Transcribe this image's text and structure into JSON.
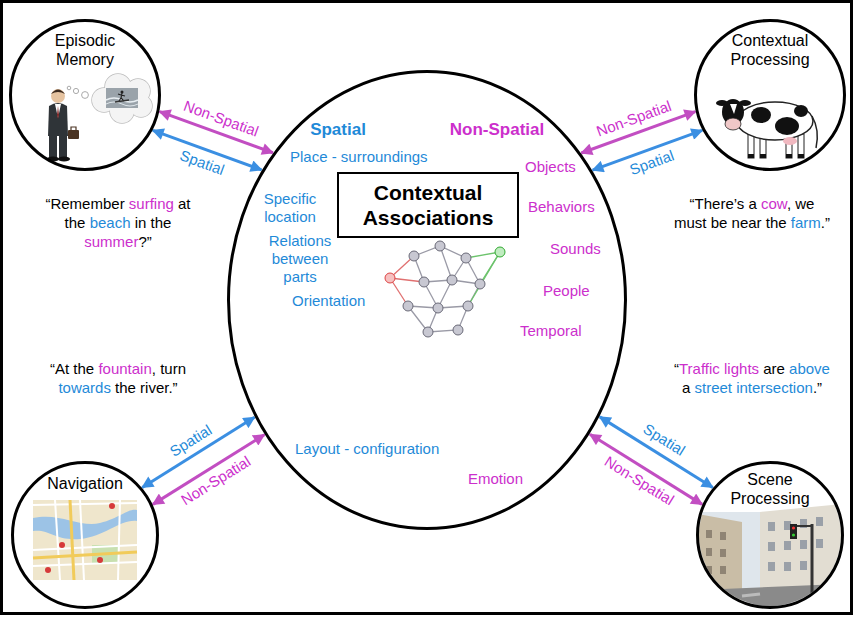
{
  "diagram": {
    "nodes": [
      {
        "text": [
          "Episodic Memory"
        ]
      },
      {
        "text": [
          "Contextual Processing"
        ]
      },
      {
        "text": [
          "Spatial",
          "Non-Spatial",
          "Place - surroundings",
          "Specific location",
          "Relations between parts",
          "Orientation",
          "Layout - configuration",
          "Objects",
          "Behaviors",
          "Sounds",
          "People",
          "Temporal",
          "Emotion"
        ]
      },
      {
        "text": [
          "Contextual Associations"
        ],
        "in": 2
      },
      {
        "text": [
          "Navigation"
        ]
      },
      {
        "text": [
          "Scene Processing"
        ]
      }
    ],
    "edges": [
      {
        "from": 0,
        "to": 2,
        "arrow": "both",
        "label": "Non-Spatial"
      },
      {
        "from": 0,
        "to": 2,
        "arrow": "both",
        "label": "Spatial"
      },
      {
        "from": 1,
        "to": 2,
        "arrow": "both",
        "label": "Non-Spatial"
      },
      {
        "from": 1,
        "to": 2,
        "arrow": "both",
        "label": "Spatial"
      },
      {
        "from": 4,
        "to": 2,
        "arrow": "both",
        "label": "Spatial"
      },
      {
        "from": 4,
        "to": 2,
        "arrow": "both",
        "label": "Non-Spatial"
      },
      {
        "from": 5,
        "to": 2,
        "arrow": "both",
        "label": "Spatial"
      },
      {
        "from": 5,
        "to": 2,
        "arrow": "both",
        "label": "Non-Spatial"
      }
    ],
    "labels": [
      "“Remember surfing at the beach in the summer?”",
      "“There’s a cow, we must be near the farm.”",
      "“At the fountain, turn towards the river.”",
      "“Traffic lights are above a street intersection.”"
    ]
  }
}
